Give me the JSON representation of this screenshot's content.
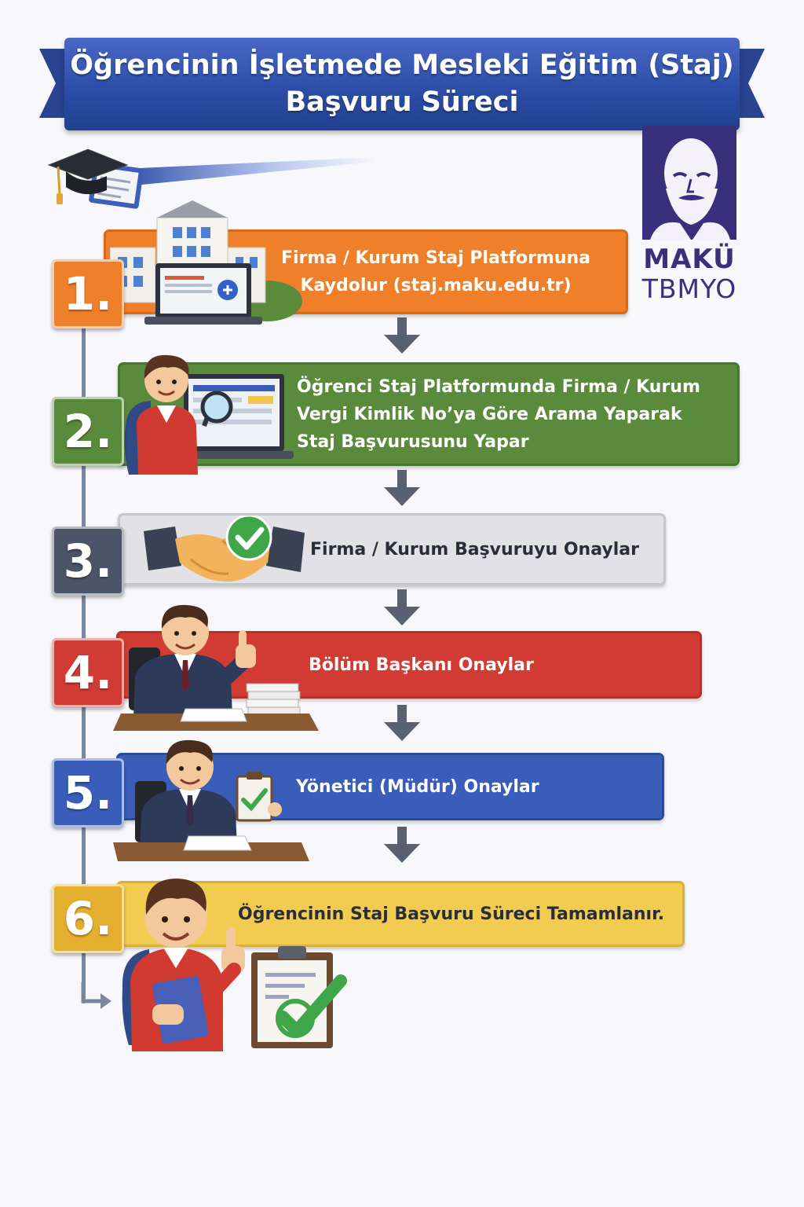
{
  "header": {
    "title_line1": "Öğrencinin İşletmede Mesleki Eğitim (Staj)",
    "title_line2": "Başvuru Süreci"
  },
  "logo": {
    "line1": "MAKÜ",
    "line2": "TBMYO"
  },
  "steps": [
    {
      "number": "1.",
      "line1": "Firma / Kurum Staj Platformuna",
      "line2": "Kaydolur (staj.maku.edu.tr)",
      "color": "#f07f2a"
    },
    {
      "number": "2.",
      "line1": "Öğrenci Staj Platformunda Firma / Kurum",
      "line2": "Vergi Kimlik No’ya Göre Arama Yaparak",
      "line3": "Staj Başvurusunu Yapar",
      "color": "#5a8a3c"
    },
    {
      "number": "3.",
      "line1": "Firma / Kurum Başvuruyu Onaylar",
      "color": "#e2e2e6"
    },
    {
      "number": "4.",
      "line1": "Bölüm Başkanı Onaylar",
      "color": "#d23b33"
    },
    {
      "number": "5.",
      "line1": "Yönetici (Müdür) Onaylar",
      "color": "#3a5dba"
    },
    {
      "number": "6.",
      "line1": "Öğrencinin Staj Başvuru Süreci Tamamlanır.",
      "color": "#f2cc50"
    }
  ]
}
